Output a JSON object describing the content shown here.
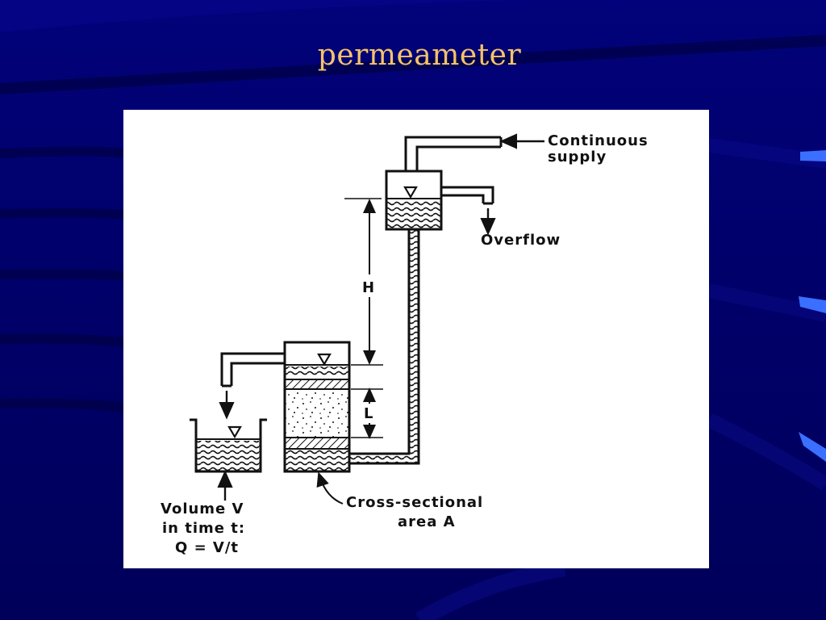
{
  "slide": {
    "title": "permeameter"
  },
  "diagram": {
    "labels": {
      "supply_line1": "Continuous",
      "supply_line2": "supply",
      "overflow": "Overflow",
      "head": "H",
      "length": "L",
      "area_line1": "Cross-sectional",
      "area_line2": "area A",
      "volume_line1": "Volume V",
      "volume_line2": "in time t:",
      "volume_line3": "Q = V/t"
    }
  },
  "colors": {
    "background": "#000066",
    "title": "#f5c36a",
    "panel": "#ffffff",
    "ink": "#111111",
    "accent_marks": "#3a6fff"
  }
}
